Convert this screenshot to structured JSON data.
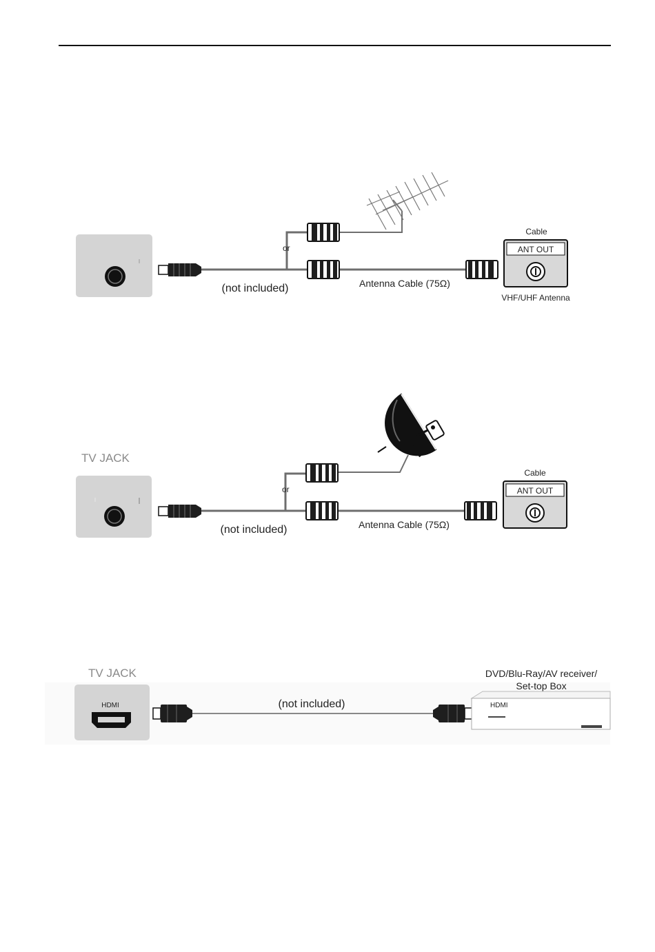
{
  "diagram1": {
    "or_label": "or",
    "not_included": "(not included)",
    "cable_label": "Antenna Cable (75Ω)",
    "box_title": "Cable",
    "ant_out": "ANT OUT",
    "antenna_label": "VHF/UHF Antenna"
  },
  "diagram2": {
    "jack_title": "TV JACK",
    "or_label": "or",
    "not_included": "(not included)",
    "cable_label": "Antenna Cable (75Ω)",
    "box_title": "Cable",
    "ant_out": "ANT OUT"
  },
  "diagram3": {
    "jack_title": "TV JACK",
    "hdmi_port_label": "HDMI",
    "not_included": "(not included)",
    "device_label_line1": "DVD/Blu-Ray/AV receiver/",
    "device_label_line2": "Set-top Box",
    "device_hdmi_label": "HDMI"
  },
  "colors": {
    "jack_panel": "#d4d4d4",
    "cable": "#6e6e6e",
    "connector": "#1e1e1e"
  }
}
